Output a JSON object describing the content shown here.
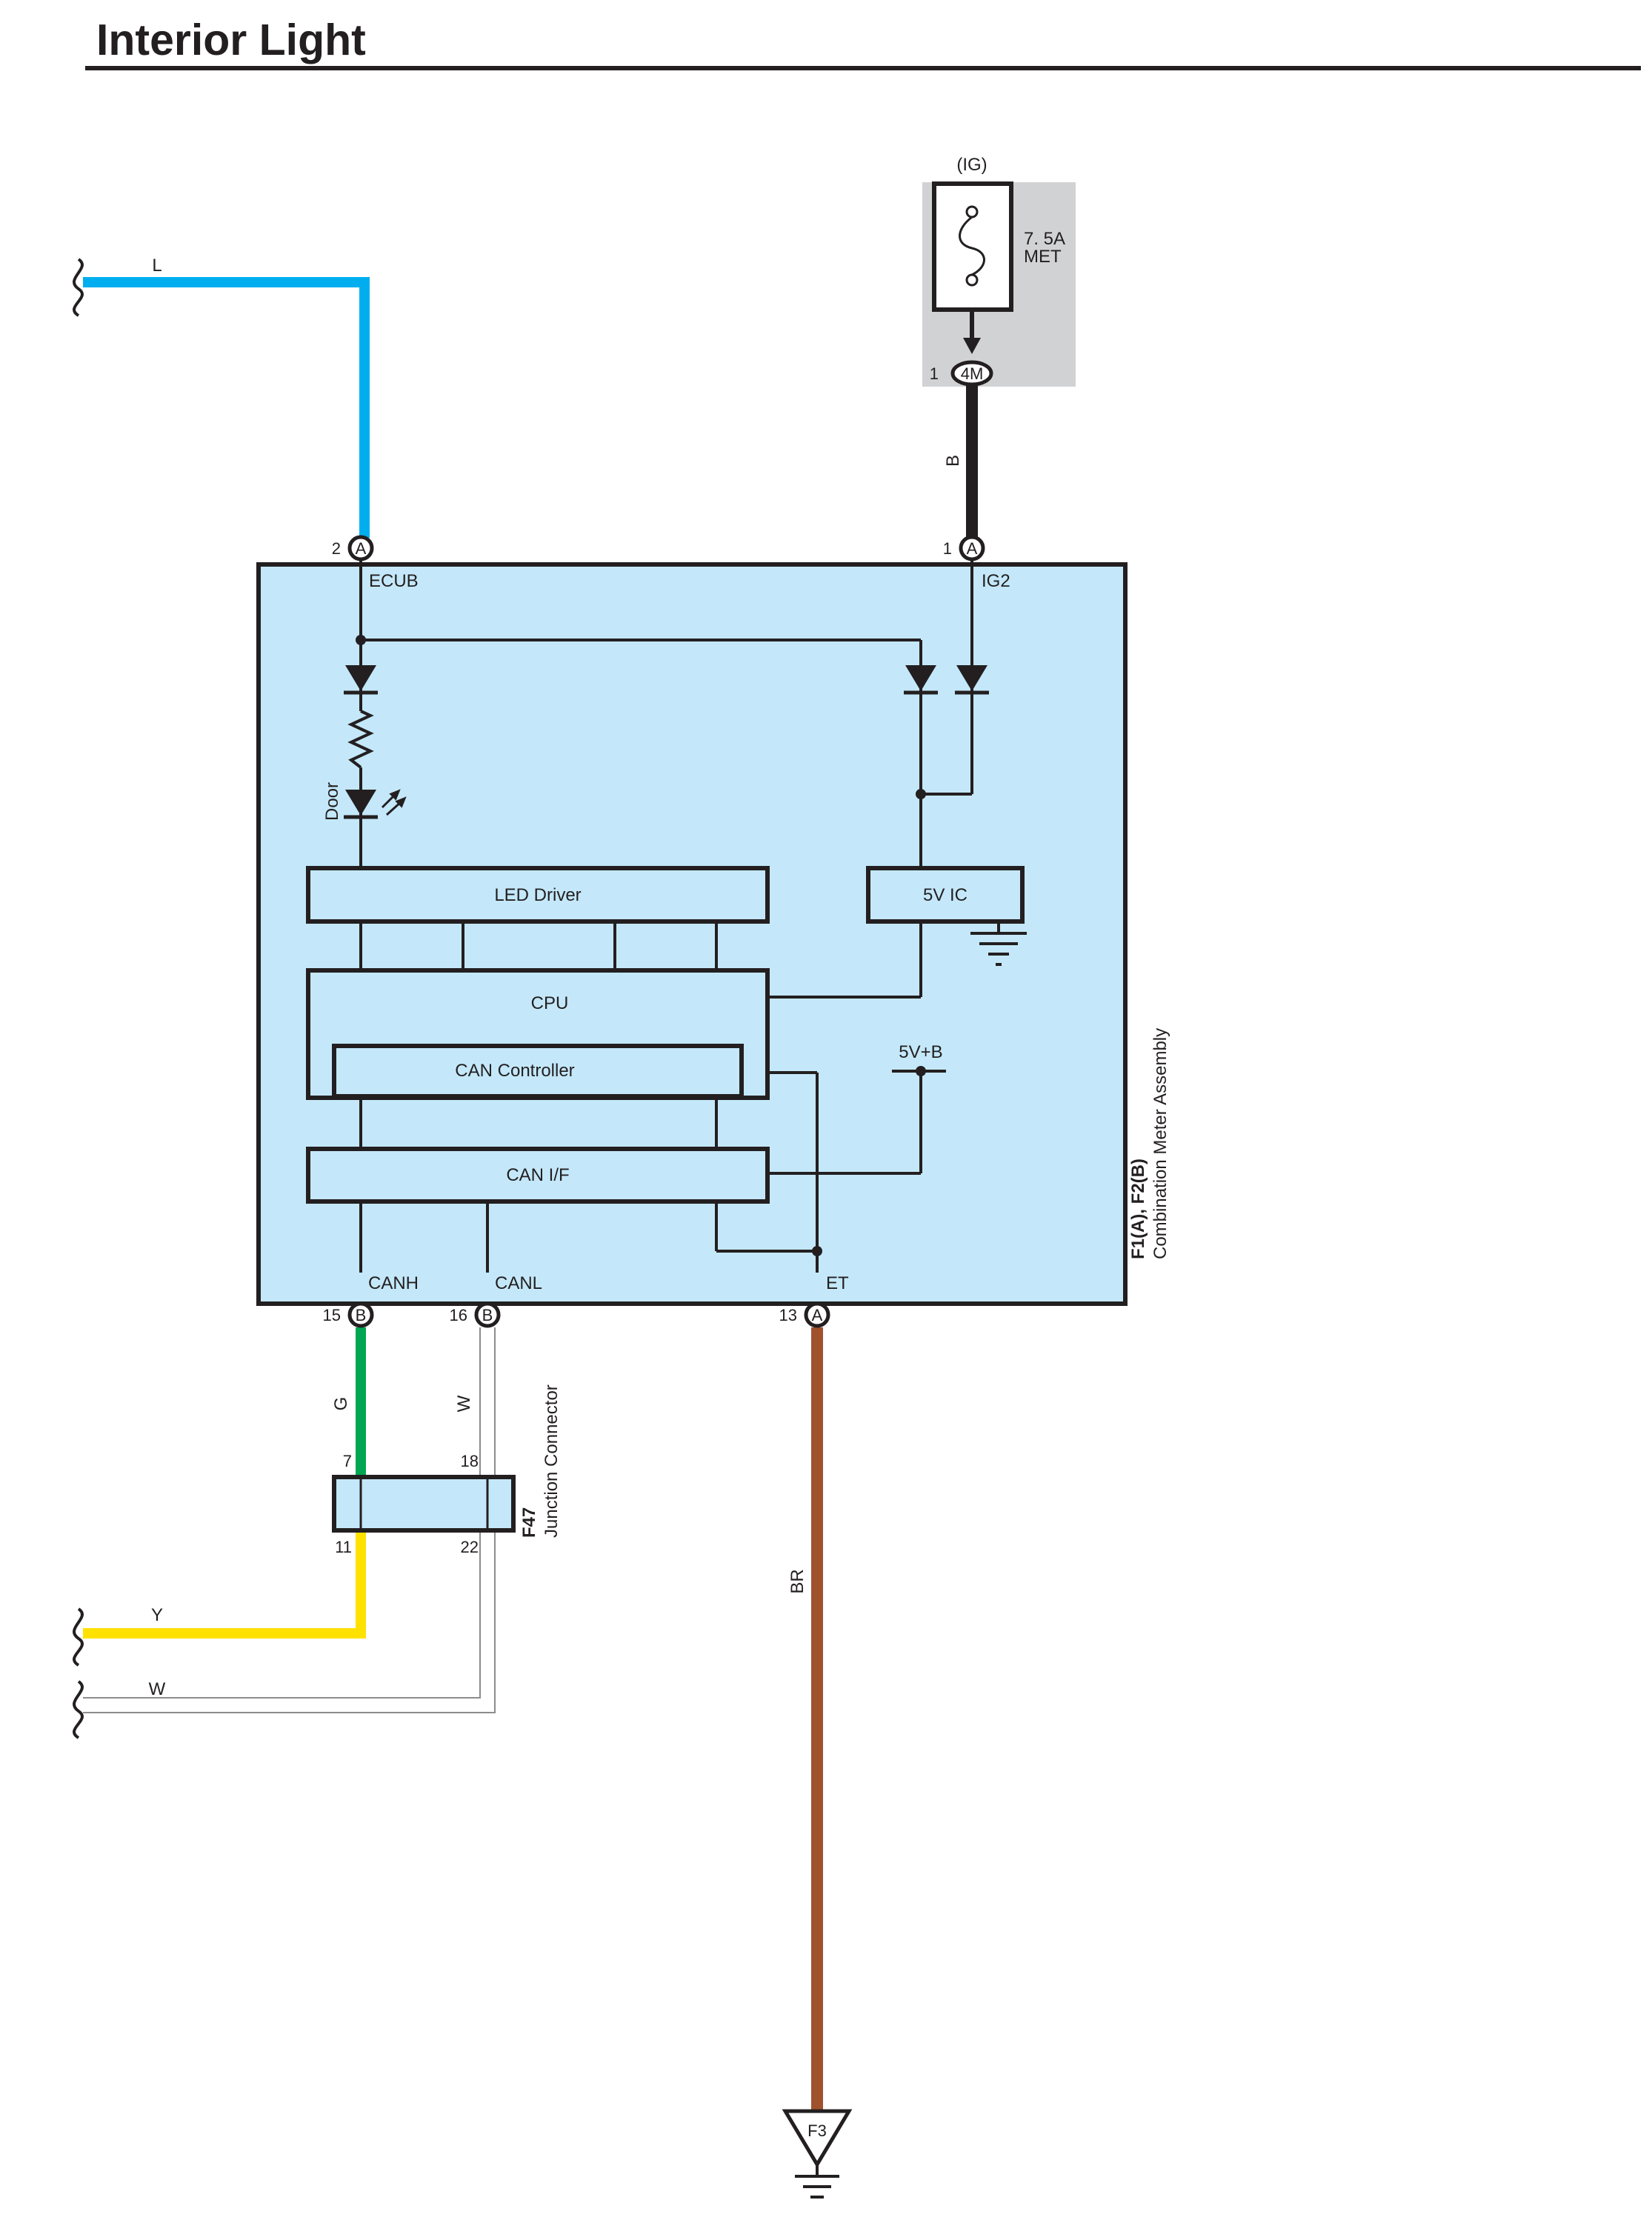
{
  "title": "Interior Light",
  "colors": {
    "wire_L": "#00aeef",
    "wire_B": "#231f20",
    "wire_G": "#00a651",
    "wire_Y": "#ffe100",
    "wire_W": "#8c8c8c",
    "wire_BR": "#a0522d",
    "ecu_fill": "#c4e8fa",
    "fuse_bg": "#d1d2d4"
  },
  "fuse": {
    "supply": "(IG)",
    "rating": "7. 5A",
    "name": "MET",
    "connector_pin": "1",
    "connector_id": "4M"
  },
  "wires": {
    "L": "L",
    "B": "B",
    "G": "G",
    "W_top": "W",
    "Y": "Y",
    "W_left": "W",
    "BR": "BR"
  },
  "ecu": {
    "id": "F1(A), F2(B)",
    "name": "Combination Meter Assembly",
    "terminals": [
      {
        "pin": "2",
        "conn": "A",
        "name": "ECUB"
      },
      {
        "pin": "1",
        "conn": "A",
        "name": "IG2"
      },
      {
        "pin": "15",
        "conn": "B",
        "name": "CANH"
      },
      {
        "pin": "16",
        "conn": "B",
        "name": "CANL"
      },
      {
        "pin": "13",
        "conn": "A",
        "name": "ET"
      }
    ],
    "blocks": {
      "led_driver": "LED Driver",
      "ic5v": "5V IC",
      "cpu": "CPU",
      "can_controller": "CAN Controller",
      "can_if": "CAN I/F",
      "supply": "5V+B",
      "door_led": "Door"
    }
  },
  "junction": {
    "id": "F47",
    "name": "Junction Connector",
    "pins": {
      "top_left": "7",
      "top_right": "18",
      "bottom_left": "11",
      "bottom_right": "22"
    }
  },
  "ground": {
    "id": "F3"
  }
}
